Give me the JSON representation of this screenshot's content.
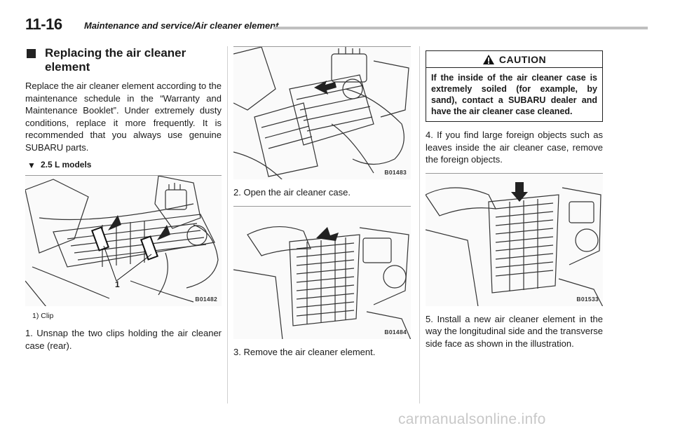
{
  "header": {
    "page_number": "11-16",
    "title": "Maintenance and service/Air cleaner element"
  },
  "section": {
    "title": "Replacing the air cleaner element",
    "intro": "Replace the air cleaner element according to the maintenance schedule in the “Warranty and Maintenance Booklet”. Under extremely dusty conditions, replace it more frequently. It is recommended that you always use genuine SUBARU parts."
  },
  "subsection": {
    "title": "2.5 L models"
  },
  "figures": {
    "fig1": {
      "code": "B01482",
      "callout": "1",
      "legend": "1) Clip"
    },
    "fig2": {
      "code": "B01483"
    },
    "fig3": {
      "code": "B01484"
    },
    "fig4": {
      "code": "B01533"
    }
  },
  "steps": [
    "1. Unsnap the two clips holding the air cleaner case (rear).",
    "2. Open the air cleaner case.",
    "3. Remove the air cleaner element.",
    "4. If you find large foreign objects such as leaves inside the air cleaner case, remove the foreign objects.",
    "5. Install a new air cleaner element in the way the longitudinal side and the transverse side face as shown in the illustration."
  ],
  "caution": {
    "label": "CAUTION",
    "text": "If the inside of the air cleaner case is extremely soiled (for example, by sand), contact a SUBARU dealer and have the air cleaner case cleaned."
  },
  "watermark": "carmanualsonline.info",
  "icons": {
    "section_marker": "square-icon",
    "subsection_marker": "triangle-down-icon",
    "caution": "warning-triangle-icon"
  },
  "colors": {
    "text": "#1a1a1a",
    "rule": "#bfbfbf",
    "watermark": "#c8c8c8"
  }
}
